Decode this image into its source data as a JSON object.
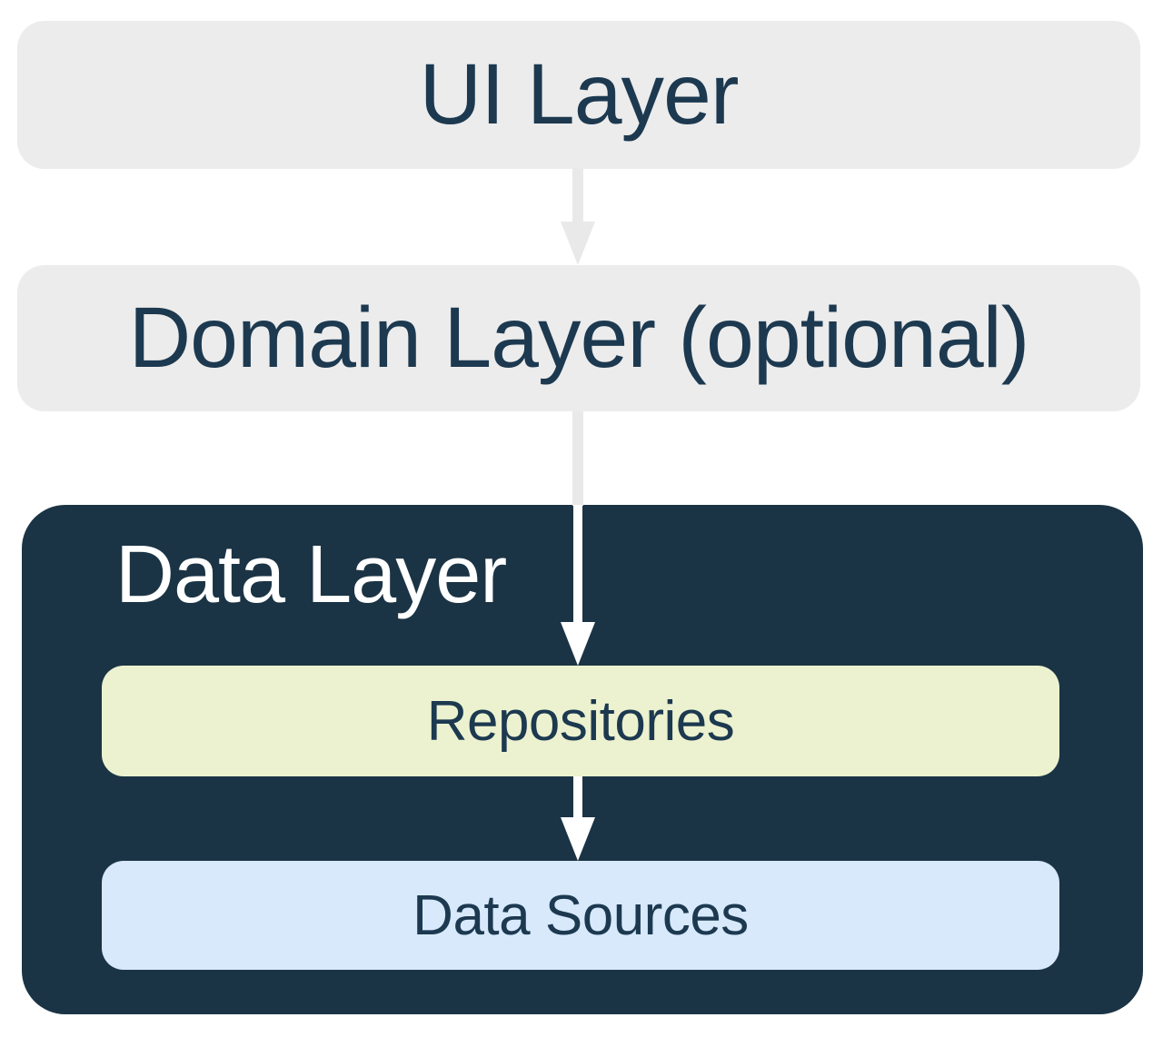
{
  "layers": {
    "ui": {
      "label": "UI Layer"
    },
    "domain": {
      "label": "Domain Layer (optional)"
    },
    "data": {
      "label": "Data Layer",
      "children": {
        "repositories": {
          "label": "Repositories"
        },
        "data_sources": {
          "label": "Data Sources"
        }
      }
    }
  },
  "edges": [
    {
      "from": "ui-layer",
      "to": "domain-layer",
      "style": "gray-arrow"
    },
    {
      "from": "domain-layer",
      "to": "repositories",
      "style": "gray-then-white-arrow"
    },
    {
      "from": "repositories",
      "to": "data-sources",
      "style": "white-arrow"
    }
  ],
  "colors": {
    "background": "#ffffff",
    "box_gray": "#ececec",
    "arrow_gray": "#e9e9e9",
    "navy_text": "#1c3950",
    "dark_box": "#1b3445",
    "repositories_bg": "#ecf2cf",
    "data_sources_bg": "#d7e9fb",
    "white": "#ffffff"
  }
}
